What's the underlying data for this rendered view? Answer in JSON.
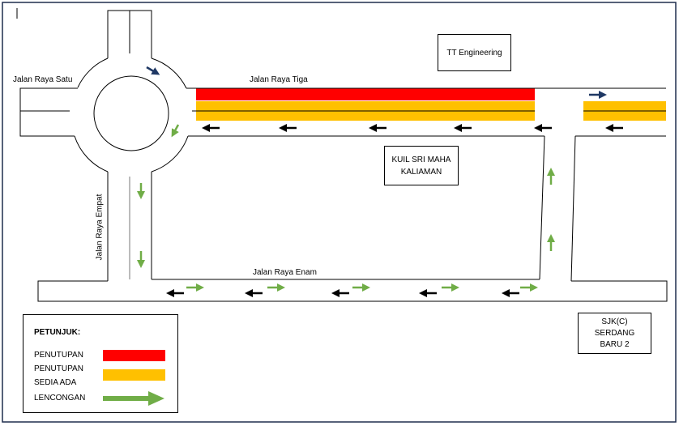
{
  "roads": {
    "satu": "Jalan Raya Satu",
    "tiga": "Jalan Raya Tiga",
    "enam": "Jalan Raya Enam",
    "empat": "Jalan Raya Empat"
  },
  "landmarks": {
    "tt": "TT Engineering",
    "kuil_1": "KUIL SRI MAHA",
    "kuil_2": "KALIAMAN",
    "sjk_1": "SJK(C)",
    "sjk_2": "SERDANG",
    "sjk_3": "BARU 2"
  },
  "legend": {
    "title": "PETUNJUK:",
    "items": [
      {
        "label": "PENUTUPAN",
        "color": "#ff0000"
      },
      {
        "label": "PENUTUPAN",
        "label2": "SEDIA ADA",
        "color": "#ffc000"
      },
      {
        "label": "LENCONGAN",
        "color": "#70ad47"
      }
    ]
  },
  "colors": {
    "closure": "#ff0000",
    "existing": "#ffc000",
    "detour": "#70ad47",
    "flow": "#1f3864",
    "frame": "#1f2d4d"
  }
}
